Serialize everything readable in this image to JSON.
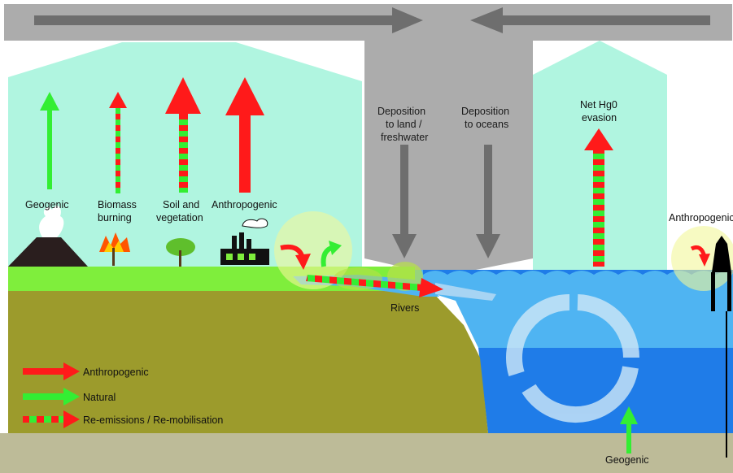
{
  "labels": {
    "geogenic": "Geogenic",
    "biomass_1": "Biomass",
    "biomass_2": "burning",
    "soil_1": "Soil and",
    "soil_2": "vegetation",
    "anthropogenic": "Anthropogenic",
    "dep_land_1": "Deposition",
    "dep_land_2": "to land /",
    "dep_land_3": "freshwater",
    "dep_ocean_1": "Deposition",
    "dep_ocean_2": "to oceans",
    "net_hg0_1": "Net Hg0",
    "net_hg0_2": "evasion",
    "anthropogenic_right": "Anthropogenic",
    "rivers": "Rivers",
    "geogenic_bottom": "Geogenic"
  },
  "legend": [
    {
      "label": "Anthropogenic",
      "kind": "anthropogenic"
    },
    {
      "label": "Natural",
      "kind": "natural"
    },
    {
      "label": "Re-emissions / Re-mobilisation",
      "kind": "mixed"
    }
  ],
  "colors": {
    "anthropogenic": "#ff1a1a",
    "natural": "#33ee33",
    "deposition": "#6e6e6e",
    "atmosphere": "#b0f5e0",
    "land": "#9c9b2c",
    "grass": "#7fee3c",
    "ocean_surface": "#4fb4f2",
    "ocean_deep": "#1f7ce8",
    "bedrock": "#bdbb98",
    "gray_band": "#acacac"
  }
}
